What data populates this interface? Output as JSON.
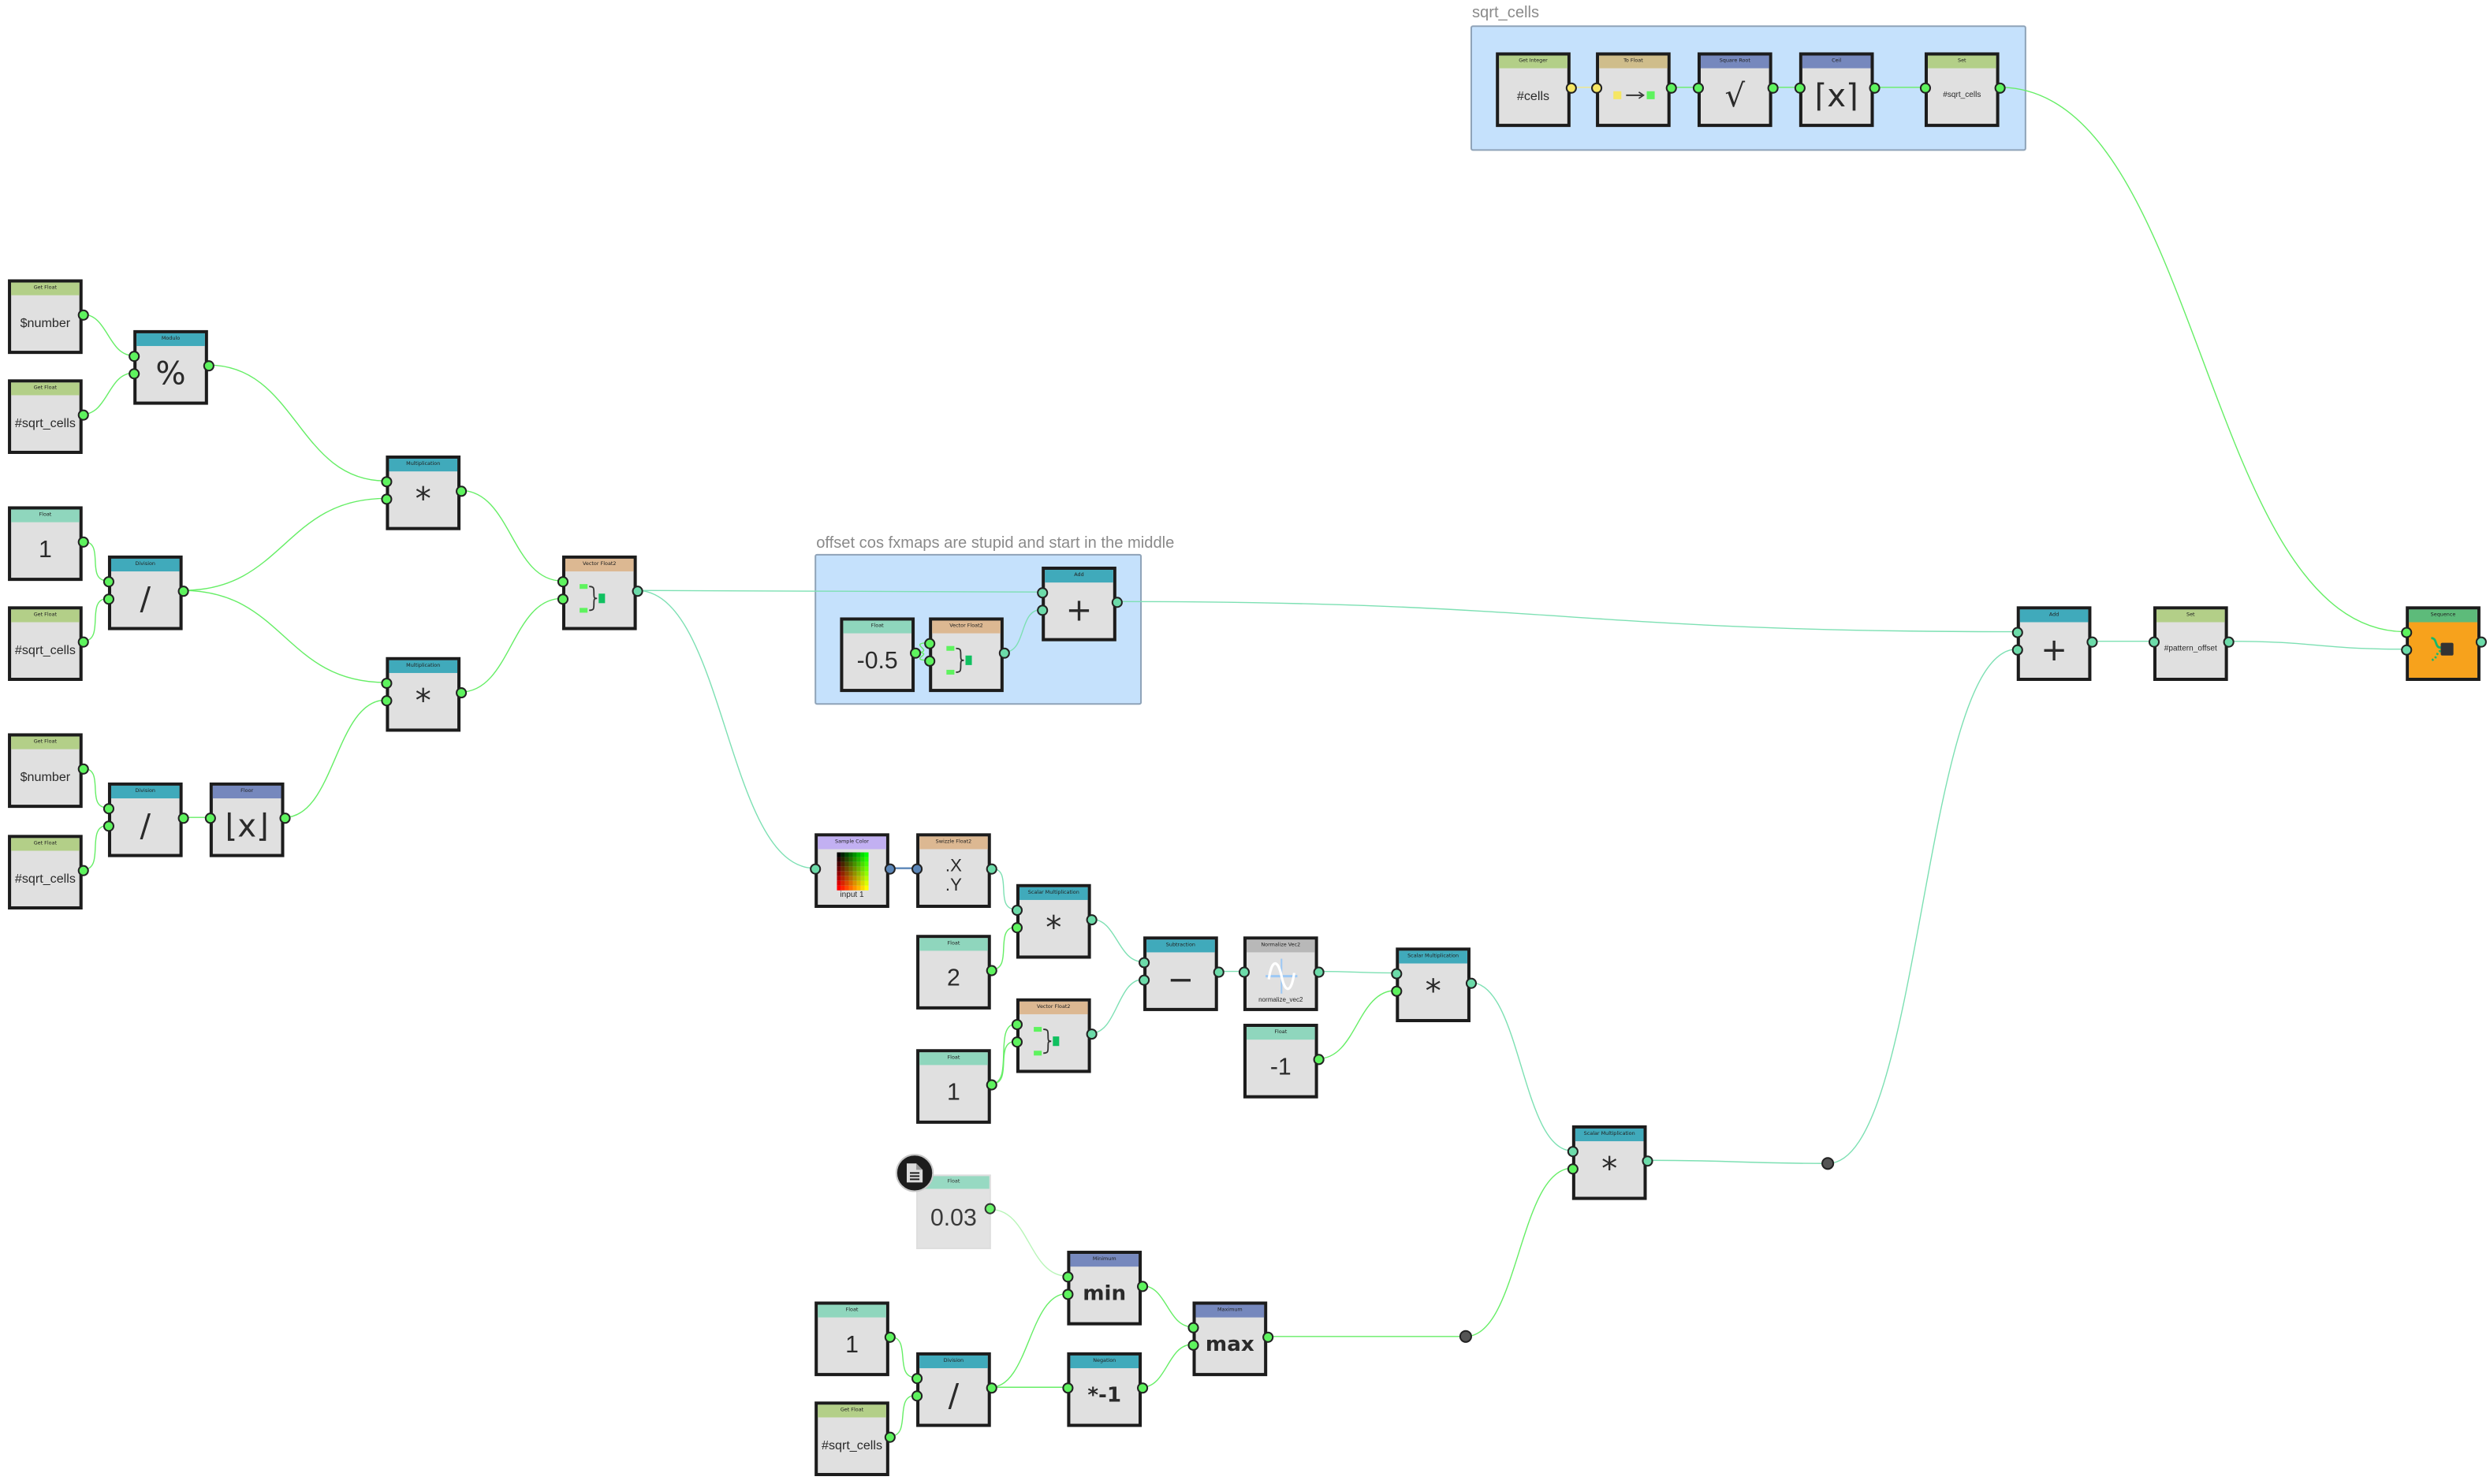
{
  "groups": [
    {
      "id": "g_sqrt",
      "label": "sqrt_cells"
    },
    {
      "id": "g_offset",
      "label": "offset cos fxmaps are stupid and start in the middle"
    }
  ],
  "port_colors": {
    "float": "#5ef35e",
    "vec2": "#6cdba9",
    "int": "#f5e663",
    "color": "#5b86b8"
  },
  "wire_colors": {
    "float": "#66ee66",
    "vec2": "#7de0b3",
    "int": "#f1e88a",
    "color": "#5b86b8",
    "faded": "#b9f5b9"
  },
  "nodes": [
    {
      "id": "getint",
      "title": "Get Integer",
      "header": "#b3cf88",
      "kind": "var",
      "text": "#cells",
      "inputs": [],
      "output": "int"
    },
    {
      "id": "tofloat",
      "title": "To Float",
      "header": "#cfbd8b",
      "kind": "tofloat",
      "inputs": [
        "int"
      ],
      "output": "float"
    },
    {
      "id": "sqrt",
      "title": "Square Root",
      "header": "#7688bd",
      "kind": "sym",
      "text": "√",
      "inputs": [
        "float"
      ],
      "output": "float"
    },
    {
      "id": "ceil",
      "title": "Ceil",
      "header": "#7688bd",
      "kind": "sym",
      "text": "⌈x⌉",
      "inputs": [
        "float"
      ],
      "output": "float"
    },
    {
      "id": "set_sqrt",
      "title": "Set",
      "header": "#b3cf88",
      "kind": "var",
      "small": true,
      "text": "#sqrt_cells",
      "inputs": [
        "float"
      ],
      "output": "float"
    },
    {
      "id": "gf_num1",
      "title": "Get Float",
      "header": "#b3cf88",
      "kind": "var",
      "text": "$number",
      "inputs": [],
      "output": "float"
    },
    {
      "id": "gf_sc1",
      "title": "Get Float",
      "header": "#b3cf88",
      "kind": "var",
      "text": "#sqrt_cells",
      "inputs": [],
      "output": "float"
    },
    {
      "id": "mod",
      "title": "Modulo",
      "header": "#40aabb",
      "kind": "sym",
      "text": "%",
      "inputs": [
        "float",
        "float"
      ],
      "output": "float"
    },
    {
      "id": "f_1a",
      "title": "Float",
      "header": "#8fd6bd",
      "kind": "val",
      "text": "1",
      "inputs": [],
      "output": "float"
    },
    {
      "id": "gf_sc2",
      "title": "Get Float",
      "header": "#b3cf88",
      "kind": "var",
      "text": "#sqrt_cells",
      "inputs": [],
      "output": "float"
    },
    {
      "id": "div1",
      "title": "Division",
      "header": "#40aabb",
      "kind": "sym",
      "text": "/",
      "inputs": [
        "float",
        "float"
      ],
      "output": "float"
    },
    {
      "id": "mul1",
      "title": "Multiplication",
      "header": "#40aabb",
      "kind": "sym",
      "text": "*",
      "inputs": [
        "float",
        "float"
      ],
      "output": "float"
    },
    {
      "id": "mul2",
      "title": "Multiplication",
      "header": "#40aabb",
      "kind": "sym",
      "text": "*",
      "inputs": [
        "float",
        "float"
      ],
      "output": "float"
    },
    {
      "id": "gf_num2",
      "title": "Get Float",
      "header": "#b3cf88",
      "kind": "var",
      "text": "$number",
      "inputs": [],
      "output": "float"
    },
    {
      "id": "gf_sc3",
      "title": "Get Float",
      "header": "#b3cf88",
      "kind": "var",
      "text": "#sqrt_cells",
      "inputs": [],
      "output": "float"
    },
    {
      "id": "div2",
      "title": "Division",
      "header": "#40aabb",
      "kind": "sym",
      "text": "/",
      "inputs": [
        "float",
        "float"
      ],
      "output": "float"
    },
    {
      "id": "floor",
      "title": "Floor",
      "header": "#7688bd",
      "kind": "sym",
      "text": "⌊x⌋",
      "inputs": [
        "float"
      ],
      "output": "float"
    },
    {
      "id": "vf1",
      "title": "Vector Float2",
      "header": "#dcb892",
      "kind": "vec2",
      "inputs": [
        "float",
        "float"
      ],
      "output": "vec2"
    },
    {
      "id": "f_m05",
      "title": "Float",
      "header": "#8fd6bd",
      "kind": "val",
      "text": "-0.5",
      "inputs": [],
      "output": "float"
    },
    {
      "id": "vf2",
      "title": "Vector Float2",
      "header": "#dcb892",
      "kind": "vec2",
      "inputs": [
        "float",
        "float"
      ],
      "output": "vec2"
    },
    {
      "id": "add1",
      "title": "Add",
      "header": "#40aabb",
      "kind": "sym",
      "text": "+",
      "inputs": [
        "vec2",
        "vec2"
      ],
      "output": "vec2"
    },
    {
      "id": "add2",
      "title": "Add",
      "header": "#40aabb",
      "kind": "sym",
      "text": "+",
      "inputs": [
        "vec2",
        "vec2"
      ],
      "output": "vec2"
    },
    {
      "id": "set_po",
      "title": "Set",
      "header": "#b3cf88",
      "kind": "var",
      "small": true,
      "text": "#pattern_offset",
      "inputs": [
        "vec2"
      ],
      "output": "vec2"
    },
    {
      "id": "seq",
      "title": "Sequence",
      "header": "#5dbb7a",
      "kind": "seq",
      "inputs": [
        "float",
        "vec2"
      ],
      "output": "vec2"
    },
    {
      "id": "sample",
      "title": "Sample Color",
      "header": "#c2b0f2",
      "kind": "sample",
      "text": "input 1",
      "inputs": [
        "vec2"
      ],
      "output": "color"
    },
    {
      "id": "swz",
      "title": "Swizzle Float2",
      "header": "#dcb892",
      "kind": "swizzle",
      "text": ".X",
      "text2": ".Y",
      "inputs": [
        "color"
      ],
      "output": "vec2"
    },
    {
      "id": "smul1",
      "title": "Scalar Multiplication",
      "header": "#40aabb",
      "kind": "sym",
      "text": "*",
      "inputs": [
        "vec2",
        "float"
      ],
      "output": "vec2"
    },
    {
      "id": "f_2",
      "title": "Float",
      "header": "#8fd6bd",
      "kind": "val",
      "text": "2",
      "inputs": [],
      "output": "float"
    },
    {
      "id": "vf3",
      "title": "Vector Float2",
      "header": "#dcb892",
      "kind": "vec2",
      "inputs": [
        "float",
        "float"
      ],
      "output": "vec2"
    },
    {
      "id": "f_1b",
      "title": "Float",
      "header": "#8fd6bd",
      "kind": "val",
      "text": "1",
      "inputs": [],
      "output": "float"
    },
    {
      "id": "sub",
      "title": "Subtraction",
      "header": "#40aabb",
      "kind": "sym",
      "text": "−",
      "inputs": [
        "vec2",
        "vec2"
      ],
      "output": "vec2"
    },
    {
      "id": "norm",
      "title": "Normalize Vec2",
      "header": "#b8b8b8",
      "kind": "norm",
      "text": "normalize_vec2",
      "inputs": [
        "vec2"
      ],
      "output": "vec2"
    },
    {
      "id": "f_m1",
      "title": "Float",
      "header": "#8fd6bd",
      "kind": "val",
      "text": "-1",
      "inputs": [],
      "output": "float"
    },
    {
      "id": "smul2",
      "title": "Scalar Multiplication",
      "header": "#40aabb",
      "kind": "sym",
      "text": "*",
      "inputs": [
        "vec2",
        "float"
      ],
      "output": "vec2"
    },
    {
      "id": "smul3",
      "title": "Scalar Multiplication",
      "header": "#40aabb",
      "kind": "sym",
      "text": "*",
      "inputs": [
        "vec2",
        "float"
      ],
      "output": "vec2"
    },
    {
      "id": "f_003",
      "title": "Float",
      "header": "#8fd6bd",
      "kind": "val",
      "text": "0.03",
      "faded": true,
      "inputs": [],
      "output": "float"
    },
    {
      "id": "min",
      "title": "Minimum",
      "header": "#7688bd",
      "kind": "bold",
      "text": "min",
      "inputs": [
        "float",
        "float"
      ],
      "output": "float"
    },
    {
      "id": "f_1c",
      "title": "Float",
      "header": "#8fd6bd",
      "kind": "val",
      "text": "1",
      "inputs": [],
      "output": "float"
    },
    {
      "id": "gf_sc4",
      "title": "Get Float",
      "header": "#b3cf88",
      "kind": "var",
      "text": "#sqrt_cells",
      "inputs": [],
      "output": "float"
    },
    {
      "id": "div3",
      "title": "Division",
      "header": "#40aabb",
      "kind": "sym",
      "text": "/",
      "inputs": [
        "float",
        "float"
      ],
      "output": "float"
    },
    {
      "id": "neg",
      "title": "Negation",
      "header": "#40aabb",
      "kind": "bold",
      "text": "*-1",
      "inputs": [
        "float"
      ],
      "output": "float"
    },
    {
      "id": "max",
      "title": "Maximum",
      "header": "#7688bd",
      "kind": "bold",
      "text": "max",
      "inputs": [
        "float",
        "float"
      ],
      "output": "float"
    }
  ],
  "reroutes": [
    {
      "id": "r1",
      "type": "vec2"
    },
    {
      "id": "r2",
      "type": "float"
    }
  ],
  "connections": [
    [
      "getint",
      "tofloat",
      0,
      "int"
    ],
    [
      "tofloat",
      "sqrt",
      0,
      "float"
    ],
    [
      "sqrt",
      "ceil",
      0,
      "float"
    ],
    [
      "ceil",
      "set_sqrt",
      0,
      "float"
    ],
    [
      "set_sqrt",
      "seq",
      0,
      "float"
    ],
    [
      "gf_num1",
      "mod",
      0,
      "float"
    ],
    [
      "gf_sc1",
      "mod",
      1,
      "float"
    ],
    [
      "mod",
      "mul1",
      0,
      "float"
    ],
    [
      "f_1a",
      "div1",
      0,
      "float"
    ],
    [
      "gf_sc2",
      "div1",
      1,
      "float"
    ],
    [
      "div1",
      "mul1",
      1,
      "float"
    ],
    [
      "div1",
      "mul2",
      0,
      "float"
    ],
    [
      "gf_num2",
      "div2",
      0,
      "float"
    ],
    [
      "gf_sc3",
      "div2",
      1,
      "float"
    ],
    [
      "div2",
      "floor",
      0,
      "float"
    ],
    [
      "floor",
      "mul2",
      1,
      "float"
    ],
    [
      "mul1",
      "vf1",
      0,
      "float"
    ],
    [
      "mul2",
      "vf1",
      1,
      "float"
    ],
    [
      "vf1",
      "add1",
      0,
      "vec2"
    ],
    [
      "vf1",
      "sample",
      0,
      "vec2"
    ],
    [
      "f_m05",
      "vf2",
      0,
      "float"
    ],
    [
      "f_m05",
      "vf2",
      1,
      "float"
    ],
    [
      "vf2",
      "add1",
      1,
      "vec2"
    ],
    [
      "add1",
      "add2",
      0,
      "vec2"
    ],
    [
      "sample",
      "swz",
      0,
      "color"
    ],
    [
      "swz",
      "smul1",
      0,
      "vec2"
    ],
    [
      "f_2",
      "smul1",
      1,
      "float"
    ],
    [
      "f_1b",
      "vf3",
      0,
      "float"
    ],
    [
      "f_1b",
      "vf3",
      1,
      "float"
    ],
    [
      "smul1",
      "sub",
      0,
      "vec2"
    ],
    [
      "vf3",
      "sub",
      1,
      "vec2"
    ],
    [
      "sub",
      "norm",
      0,
      "vec2"
    ],
    [
      "norm",
      "smul2",
      0,
      "vec2"
    ],
    [
      "f_m1",
      "smul2",
      1,
      "float"
    ],
    [
      "smul2",
      "smul3",
      0,
      "vec2"
    ],
    [
      "smul3",
      "r1",
      0,
      "vec2"
    ],
    [
      "r1",
      "add2",
      1,
      "vec2"
    ],
    [
      "f_003",
      "min",
      0,
      "faded"
    ],
    [
      "f_1c",
      "div3",
      0,
      "float"
    ],
    [
      "gf_sc4",
      "div3",
      1,
      "float"
    ],
    [
      "div3",
      "min",
      1,
      "float"
    ],
    [
      "div3",
      "neg",
      0,
      "float"
    ],
    [
      "min",
      "max",
      0,
      "float"
    ],
    [
      "neg",
      "max",
      1,
      "float"
    ],
    [
      "max",
      "r2",
      0,
      "float"
    ],
    [
      "r2",
      "smul3",
      1,
      "float"
    ],
    [
      "add2",
      "set_po",
      0,
      "vec2"
    ],
    [
      "set_po",
      "seq",
      1,
      "vec2"
    ]
  ]
}
